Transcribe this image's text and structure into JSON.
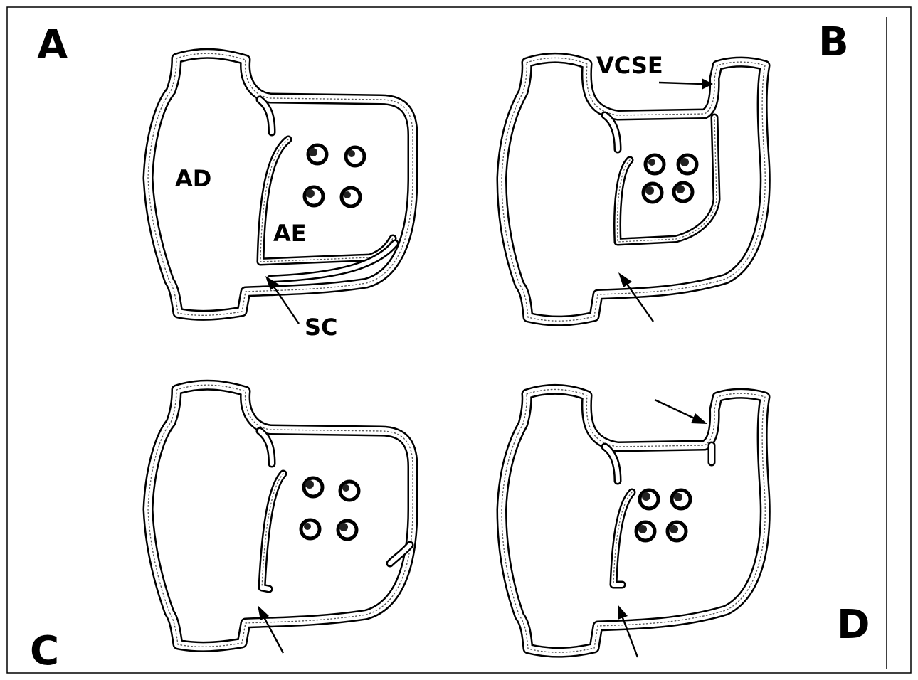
{
  "panels": {
    "a": {
      "letter": "A",
      "labels": {
        "right_atrium": "AD",
        "left_atrium": "AE",
        "coronary_sinus": "SC"
      }
    },
    "b": {
      "letter": "B",
      "labels": {
        "left_svc": "VCSE"
      }
    },
    "c": {
      "letter": "C"
    },
    "d": {
      "letter": "D"
    }
  }
}
